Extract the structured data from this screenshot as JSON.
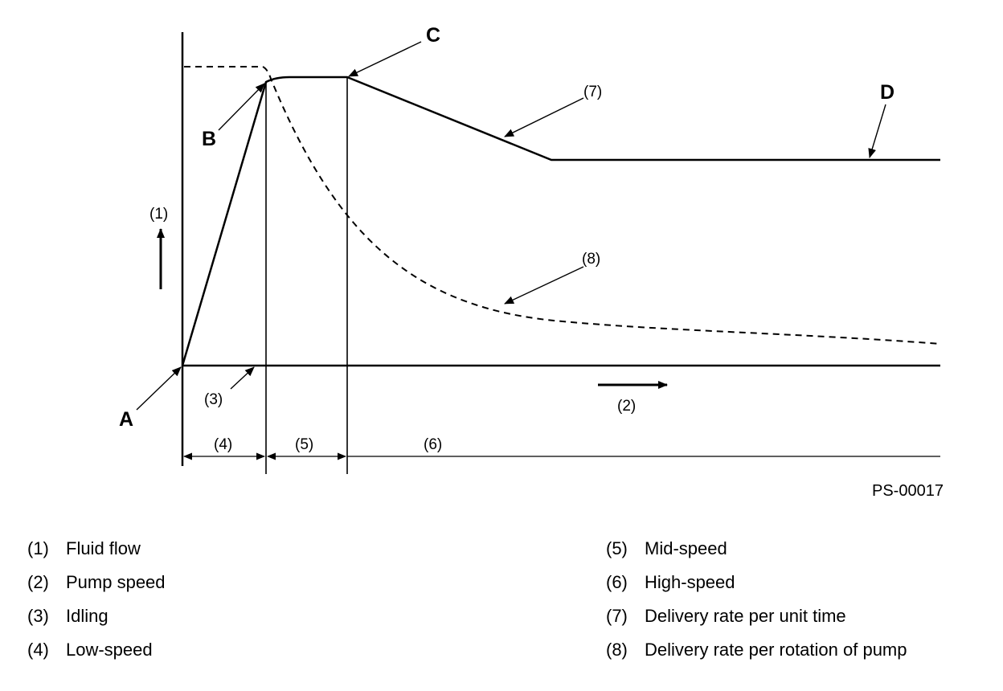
{
  "points": {
    "a": "A",
    "b": "B",
    "c": "C",
    "d": "D"
  },
  "callouts": {
    "fluid_flow": "(1)",
    "pump_speed": "(2)",
    "idling": "(3)",
    "low_speed": "(4)",
    "mid_speed": "(5)",
    "high_speed": "(6)",
    "delivery_time": "(7)",
    "delivery_rotation": "(8)"
  },
  "figure_code": "PS-00017",
  "legend": {
    "left": [
      {
        "num": "(1)",
        "text": "Fluid flow"
      },
      {
        "num": "(2)",
        "text": "Pump speed"
      },
      {
        "num": "(3)",
        "text": "Idling"
      },
      {
        "num": "(4)",
        "text": "Low-speed"
      }
    ],
    "right": [
      {
        "num": "(5)",
        "text": "Mid-speed"
      },
      {
        "num": "(6)",
        "text": "High-speed"
      },
      {
        "num": "(7)",
        "text": "Delivery rate per unit time"
      },
      {
        "num": "(8)",
        "text": "Delivery rate per rotation of pump"
      }
    ]
  }
}
